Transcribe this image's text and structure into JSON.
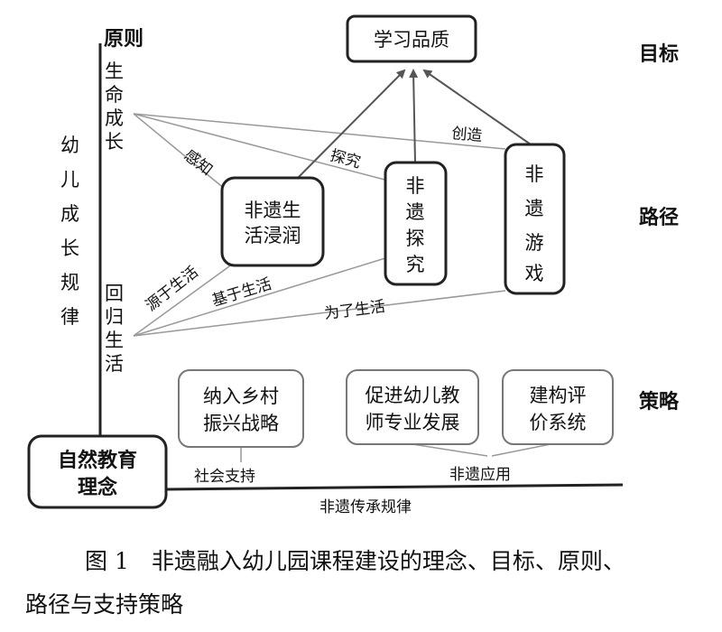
{
  "labels": {
    "principle": "原则",
    "goal": "目标",
    "path": "路径",
    "strategy": "策略"
  },
  "nodes": {
    "quality": "学习品质",
    "life_immersion": [
      "非遗生",
      "活浸润"
    ],
    "explore": [
      "非",
      "遗",
      "探",
      "究"
    ],
    "game": [
      "非",
      "遗",
      "游",
      "戏"
    ],
    "natural_edu": [
      "自然教育",
      "理念"
    ],
    "rural": [
      "纳入乡村",
      "振兴战略"
    ],
    "teacher": [
      "促进幼儿教",
      "师专业发展"
    ],
    "eval": [
      "建构评",
      "价系统"
    ]
  },
  "left_axis": {
    "top_group": [
      "生",
      "命",
      "成",
      "长"
    ],
    "bottom_group": [
      "回",
      "归",
      "生",
      "活"
    ],
    "law": [
      "幼",
      "儿",
      "成",
      "长",
      "规",
      "律"
    ]
  },
  "edges": {
    "perceive": "感知",
    "explore": "探究",
    "create": "创造",
    "from_life": "源于生活",
    "based_on_life": "基于生活",
    "for_life": "为了生活",
    "social_support": "社会支持",
    "heritage_use": "非遗应用",
    "inheritance_law": "非遗传承规律"
  },
  "caption": {
    "line1": "图 1　非遗融入幼儿园课程建设的理念、目标、原则、",
    "line2": "路径与支持策略"
  }
}
